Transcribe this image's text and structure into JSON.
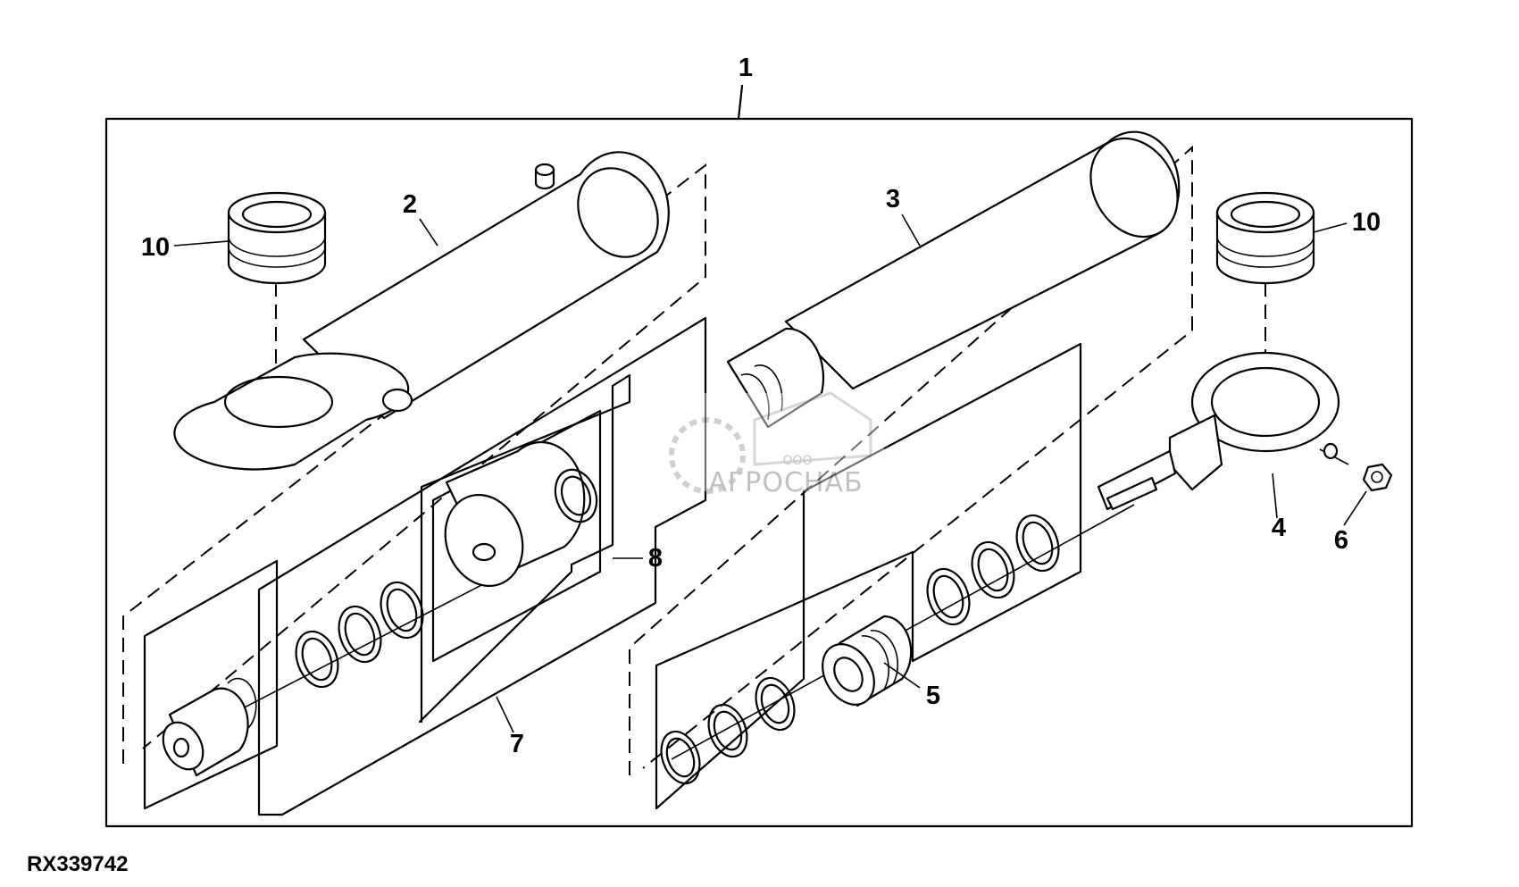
{
  "figure_code": "RX339742",
  "callouts": {
    "assembly": "1",
    "cylinder_barrel": "2",
    "piston_rod": "3",
    "rod_eye": "4",
    "gland": "5",
    "nut": "6",
    "seal_kit": "7",
    "piston_kit": "8",
    "bushing_left": "10",
    "bushing_right": "10"
  },
  "watermark": {
    "line1": "ООО",
    "line2": "АГРОСНАБ"
  }
}
